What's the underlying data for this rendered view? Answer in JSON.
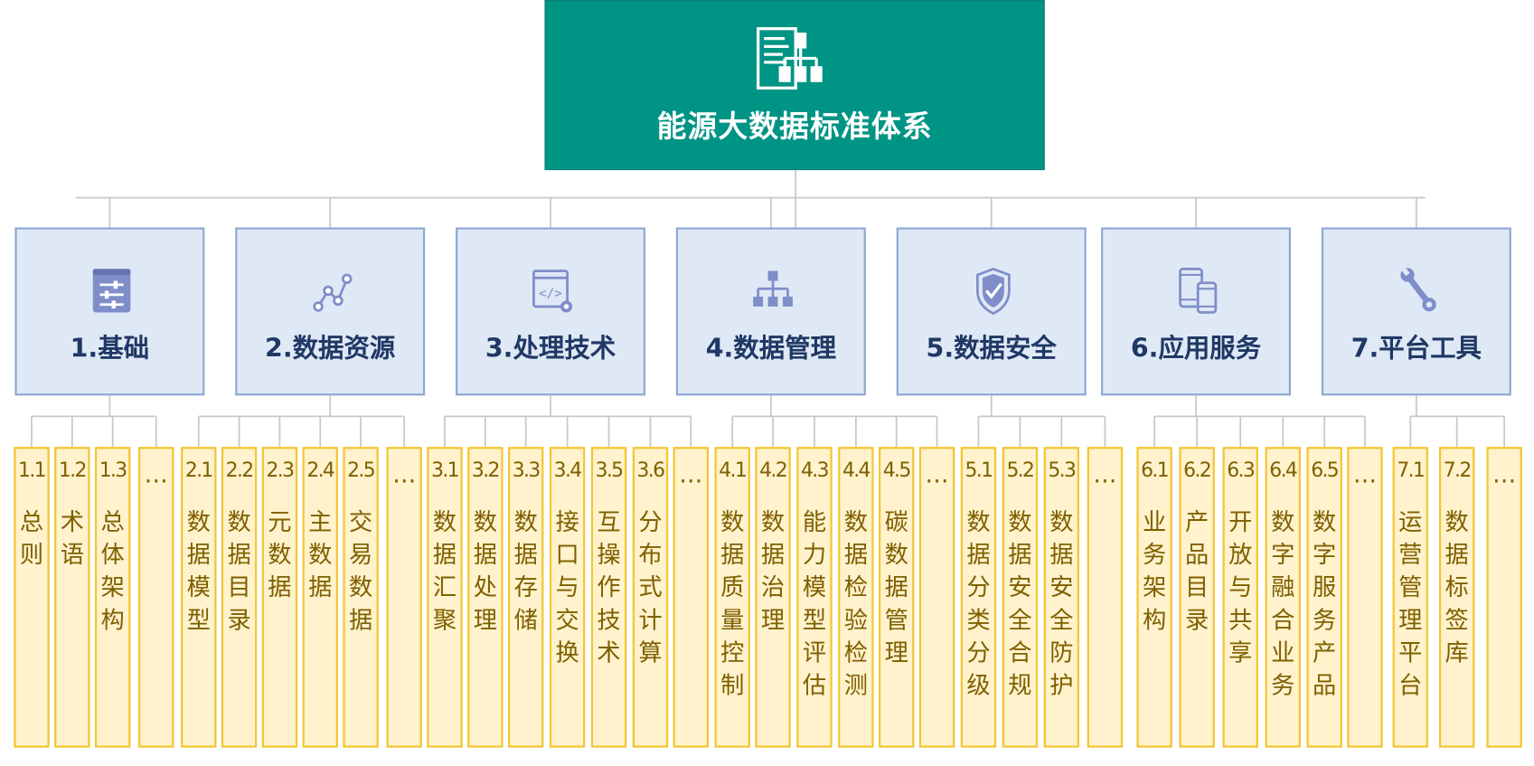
{
  "root": {
    "title": "能源大数据标准体系",
    "icon": "standards-hierarchy-icon"
  },
  "colors": {
    "root_fill": "#009484",
    "category_fill": "#dfe9f6",
    "category_border": "#8ea9d2",
    "category_text": "#1f3864",
    "category_icon": "#7f8ec9",
    "leaf_fill": "#fff2cc",
    "leaf_border": "#f3c530",
    "leaf_text": "#7f6000",
    "connector": "#c8c8c8"
  },
  "categories": [
    {
      "label": "1.基础",
      "icon": "adjustment-panel-icon",
      "items": [
        {
          "num": "1.1",
          "name": "总则"
        },
        {
          "num": "1.2",
          "name": "术语"
        },
        {
          "num": "1.3",
          "name": "总体架构"
        },
        {
          "num": "",
          "name": "…"
        }
      ]
    },
    {
      "label": "2.数据资源",
      "icon": "data-nodes-icon",
      "items": [
        {
          "num": "2.1",
          "name": "数据模型"
        },
        {
          "num": "2.2",
          "name": "数据目录"
        },
        {
          "num": "2.3",
          "name": "元数据"
        },
        {
          "num": "2.4",
          "name": "主数据"
        },
        {
          "num": "2.5",
          "name": "交易数据"
        },
        {
          "num": "",
          "name": "…"
        }
      ]
    },
    {
      "label": "3.处理技术",
      "icon": "code-window-gear-icon",
      "items": [
        {
          "num": "3.1",
          "name": "数据汇聚"
        },
        {
          "num": "3.2",
          "name": "数据处理"
        },
        {
          "num": "3.3",
          "name": "数据存储"
        },
        {
          "num": "3.4",
          "name": "接口与交换"
        },
        {
          "num": "3.5",
          "name": "互操作技术"
        },
        {
          "num": "3.6",
          "name": "分布式计算"
        },
        {
          "num": "",
          "name": "…"
        }
      ]
    },
    {
      "label": "4.数据管理",
      "icon": "org-chart-icon",
      "items": [
        {
          "num": "4.1",
          "name": "数据质量控制"
        },
        {
          "num": "4.2",
          "name": "数据治理"
        },
        {
          "num": "4.3",
          "name": "能力模型评估"
        },
        {
          "num": "4.4",
          "name": "数据检验检测"
        },
        {
          "num": "4.5",
          "name": "碳数据管理"
        },
        {
          "num": "",
          "name": "…"
        }
      ]
    },
    {
      "label": "5.数据安全",
      "icon": "shield-check-icon",
      "items": [
        {
          "num": "5.1",
          "name": "数据分类分级"
        },
        {
          "num": "5.2",
          "name": "数据安全合规"
        },
        {
          "num": "5.3",
          "name": "数据安全防护"
        },
        {
          "num": "",
          "name": "…"
        }
      ]
    },
    {
      "label": "6.应用服务",
      "icon": "mobile-devices-icon",
      "items": [
        {
          "num": "6.1",
          "name": "业务架构"
        },
        {
          "num": "6.2",
          "name": "产品目录"
        },
        {
          "num": "6.3",
          "name": "开放与共享"
        },
        {
          "num": "6.4",
          "name": "数字融合业务"
        },
        {
          "num": "6.5",
          "name": "数字服务产品"
        },
        {
          "num": "",
          "name": "…"
        }
      ]
    },
    {
      "label": "7.平台工具",
      "icon": "wrench-icon",
      "items": [
        {
          "num": "7.1",
          "name": "运营管理平台"
        },
        {
          "num": "7.2",
          "name": "数据标签库"
        },
        {
          "num": "",
          "name": "…"
        }
      ]
    }
  ]
}
